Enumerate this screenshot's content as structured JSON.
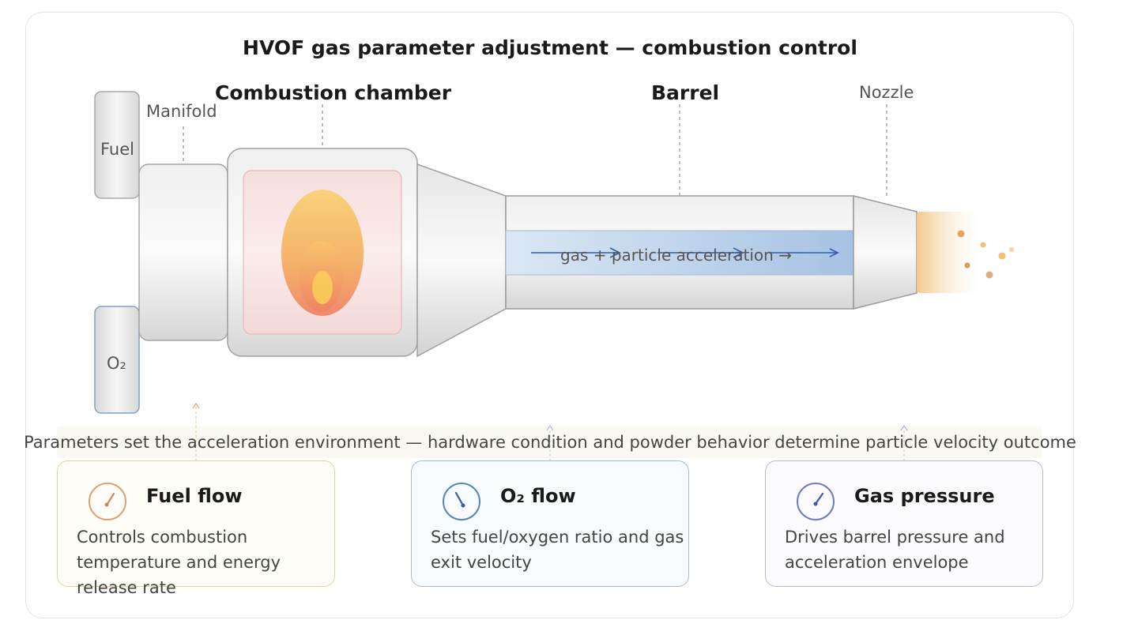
{
  "title": "HVOF gas parameter adjustment — combustion control",
  "components": {
    "fuel": "Fuel",
    "o2": "O₂",
    "manifold": "Manifold",
    "chamber": "Combustion chamber",
    "barrel": "Barrel",
    "nozzle": "Nozzle",
    "gas_flow": "gas + particle acceleration →"
  },
  "caption": "Parameters set the acceleration environment — hardware condition and powder behavior determine particle velocity outcome",
  "cards": [
    {
      "title": "Fuel flow",
      "description": "Controls combustion temperature and energy release rate",
      "color": "#e0a070",
      "icon": "gauge-icon"
    },
    {
      "title": "O₂ flow",
      "description": "Sets fuel/oxygen ratio and gas exit velocity",
      "color": "#5b84b8",
      "icon": "gauge-icon"
    },
    {
      "title": "Gas pressure",
      "description": "Drives barrel pressure and acceleration envelope",
      "color": "#6d7cc0",
      "icon": "gauge-icon"
    }
  ],
  "colors": {
    "fuel_card_border": "#e8cfa0",
    "o2_card_border": "#9fbbd6",
    "pressure_card_border": "#b7b6d8",
    "metal": "#d9d9d9",
    "flame_outer": "#f5c96b",
    "flame_inner": "#f08a6a",
    "gas_stream": "#9fbfe0",
    "arrow": "#2f5fa8"
  }
}
